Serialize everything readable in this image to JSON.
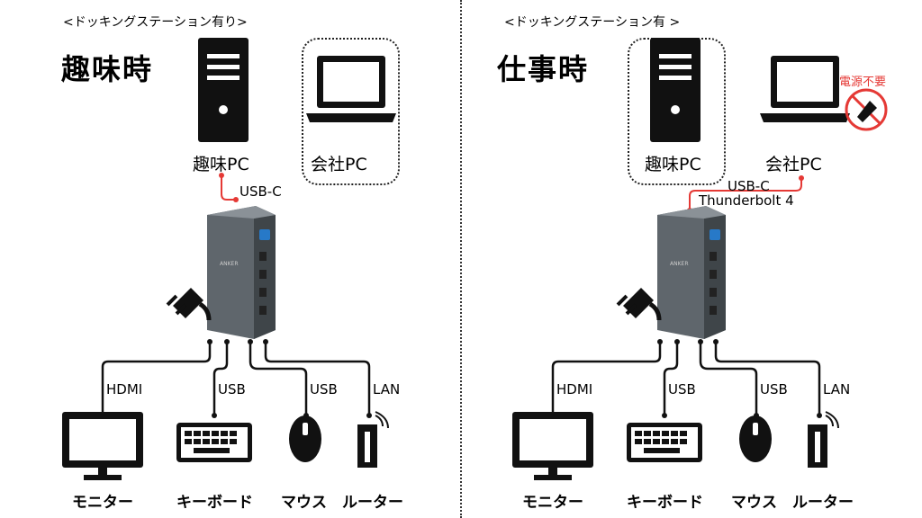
{
  "left": {
    "subtitle": "<ドッキングステーション有り>",
    "title": "趣味時",
    "hobby_pc": "趣味PC",
    "work_pc": "会社PC",
    "connection": "USB-C",
    "ports": {
      "hdmi": "HDMI",
      "usb1": "USB",
      "usb2": "USB",
      "lan": "LAN"
    },
    "devices": {
      "monitor": "モニター",
      "keyboard": "キーボード",
      "mouse": "マウス",
      "router": "ルーター"
    }
  },
  "right": {
    "subtitle": "<ドッキングステーション有 >",
    "title": "仕事時",
    "hobby_pc": "趣味PC",
    "work_pc": "会社PC",
    "power_note": "電源不要",
    "connection_line1": "USB-C",
    "connection_line2": "Thunderbolt 4",
    "ports": {
      "hdmi": "HDMI",
      "usb1": "USB",
      "usb2": "USB",
      "lan": "LAN"
    },
    "devices": {
      "monitor": "モニター",
      "keyboard": "キーボード",
      "mouse": "マウス",
      "router": "ルーター"
    }
  },
  "colors": {
    "accent_red": "#e53935",
    "dock_gray": "#6b7278"
  }
}
